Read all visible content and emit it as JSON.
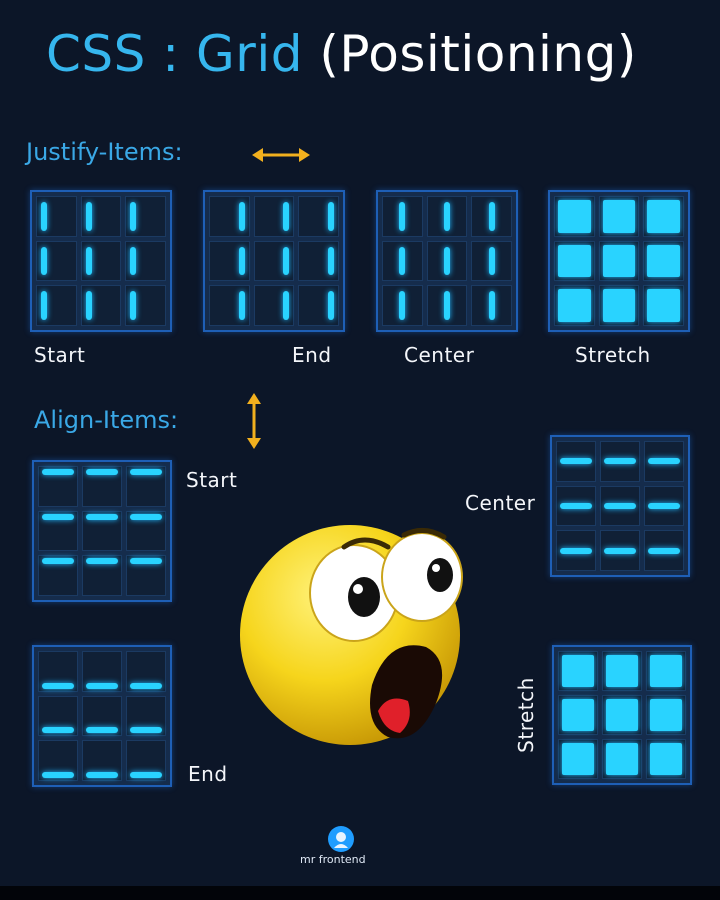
{
  "title": {
    "part1": "CSS : Grid",
    "part2": "(Positioning)"
  },
  "justify": {
    "label": "Justify-Items:",
    "arrow_icon": "horizontal-double-arrow-icon",
    "boxes": [
      {
        "label": "Start",
        "variant": "start"
      },
      {
        "label": "End",
        "variant": "end"
      },
      {
        "label": "Center",
        "variant": "center"
      },
      {
        "label": "Stretch",
        "variant": "stretch"
      }
    ]
  },
  "align": {
    "label": "Align-Items:",
    "arrow_icon": "vertical-double-arrow-icon",
    "boxes": [
      {
        "label": "Start",
        "variant": "start"
      },
      {
        "label": "End",
        "variant": "end"
      },
      {
        "label": "Center",
        "variant": "center"
      },
      {
        "label": "Stretch",
        "variant": "stretch"
      }
    ]
  },
  "emoji": "surprised-emoji-icon",
  "brand": {
    "name": "mr frontend",
    "icon": "brand-logo-icon"
  },
  "colors": {
    "accent": "#29d3ff",
    "title_blue": "#36b6ee",
    "label_blue": "#3aa8e6",
    "arrow": "#f2b01e",
    "background": "#0c1628"
  }
}
